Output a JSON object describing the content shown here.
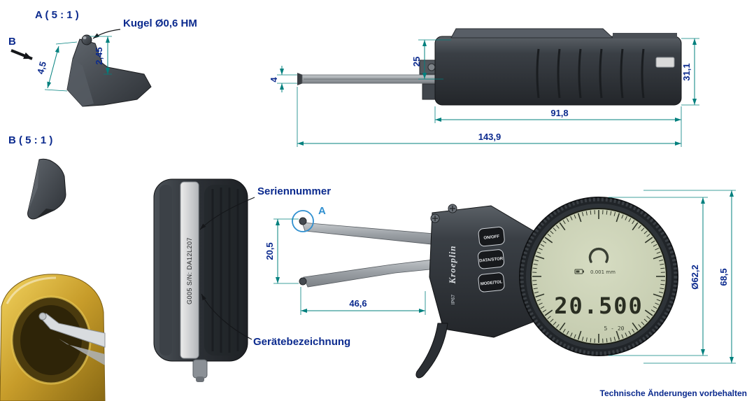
{
  "footer": {
    "note": "Technische Änderungen vorbehalten"
  },
  "detail_a": {
    "title": "A ( 5 : 1 )",
    "arrow_label": "B",
    "annotation": "Kugel Ø0,6 HM",
    "dim_height": "4,5",
    "dim_tip": "2,45"
  },
  "detail_b": {
    "title": "B ( 5 : 1 )"
  },
  "side_view": {
    "dim_arm_offset": "25",
    "dim_arm_thickness": "4",
    "dim_body_height": "31,1",
    "dim_body_length": "91,8",
    "dim_total_length": "143,9"
  },
  "front_view": {
    "detail_marker": "A",
    "label_serial": "Seriennummer",
    "label_device": "Gerätebezeichnung",
    "dim_tip_span": "20,5",
    "dim_arm_length": "46,6",
    "dim_dial_diameter": "Ø62,2",
    "dim_total_height": "68,5"
  },
  "device": {
    "brand": "Kroeplin",
    "ip_rating": "IP67",
    "model_serial": "G005  S/N: DA12L207",
    "button_on": "ON/OFF",
    "button_data": "DATA/STOR",
    "button_mode": "MODE/TOL",
    "lcd_value": "20.500",
    "lcd_resolution": "0.001 mm",
    "lcd_range": "5 - 20"
  }
}
